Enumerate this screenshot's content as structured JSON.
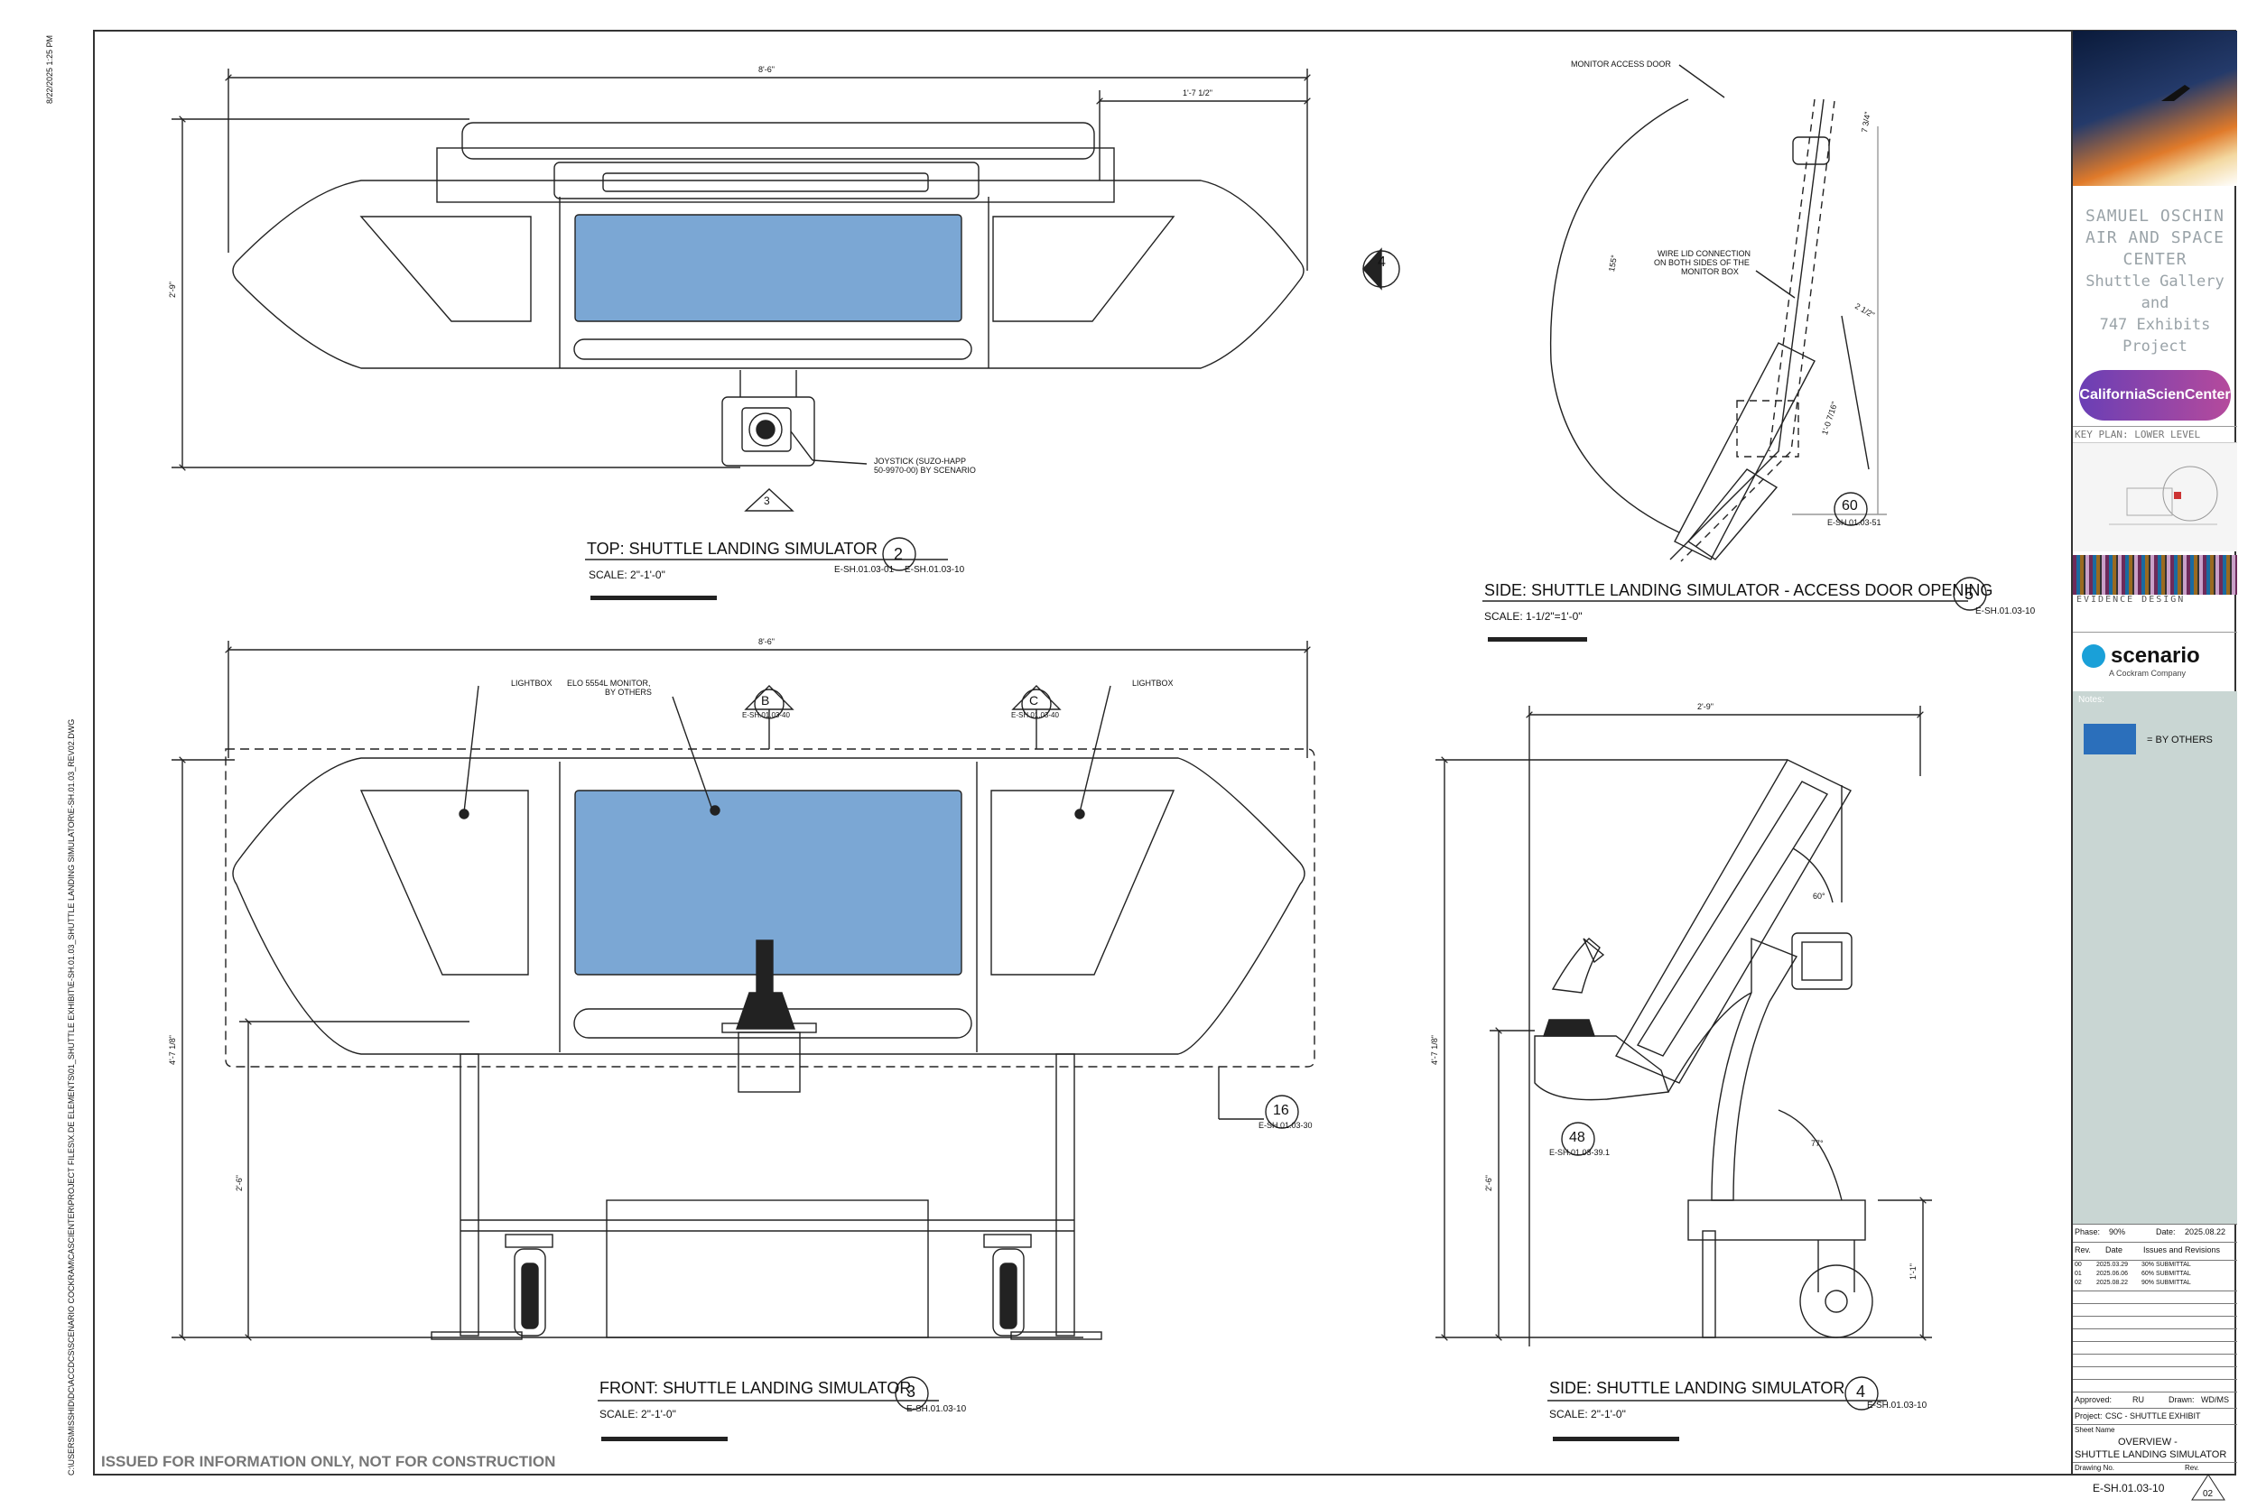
{
  "sheet": {
    "timestamp": "8/22/2025 1:25 PM",
    "file_path": "C:\\USERS\\MISSHID\\DC\\ACCDCS\\SCENARIO COCKRAM\\CASCIENTER\\PROJECT FILES\\X.DE ELEMENTS\\01_SHUTTLE EXHIBIT\\E-SH.01.03_SHUTTLE LANDING SIMULATOR\\E-SH.01.03_REV02.DWG",
    "disclaimer": "ISSUED FOR INFORMATION ONLY, NOT FOR CONSTRUCTION"
  },
  "views": {
    "top": {
      "title": "TOP: SHUTTLE LANDING SIMULATOR",
      "number": "2",
      "ref_a": "E-SH.01.03-01",
      "ref_b": "E-SH.01.03-10",
      "scale": "SCALE:  2\"-1'-0\"",
      "dim_width": "8'-6\"",
      "dim_offset": "1'-7 1/2\"",
      "dim_depth": "2'-9\"",
      "joystick_note_1": "JOYSTICK (SUZO-HAPP",
      "joystick_note_2": "50-9970-00) BY SCENARIO",
      "section_3": "3",
      "section_4": "4"
    },
    "side_door": {
      "title": "SIDE: SHUTTLE LANDING SIMULATOR - ACCESS DOOR OPENING",
      "number": "5",
      "ref": "E-SH.01.03-10",
      "scale": "SCALE:  1-1/2\"=1'-0\"",
      "monitor_access_door": "MONITOR ACCESS DOOR",
      "wire_lid_1": "WIRE LID CONNECTION",
      "wire_lid_2": "ON BOTH SIDES OF THE",
      "wire_lid_3": "MONITOR BOX",
      "angle": "155°",
      "dim_a": "7 3/4\"",
      "dim_b": "2 1/2\"",
      "dim_c": "1'-0 7/16\"",
      "detail_num": "60",
      "detail_ref": "E-SH.01.03-51"
    },
    "front": {
      "title": "FRONT: SHUTTLE LANDING SIMULATOR",
      "number": "3",
      "ref": "E-SH.01.03-10",
      "scale": "SCALE:  2\"-1'-0\"",
      "dim_width": "8'-6\"",
      "dim_height": "4'-7 1/8\"",
      "dim_leg": "2'-6\"",
      "lightbox_left": "LIGHTBOX",
      "lightbox_right": "LIGHTBOX",
      "monitor_1": "ELO 5554L MONITOR,",
      "monitor_2": "BY OTHERS",
      "sec_b": "B",
      "sec_b_ref": "E-SH.01.03-40",
      "sec_c": "C",
      "sec_c_ref": "E-SH.01.03-40",
      "detail_num": "16",
      "detail_ref": "E-SH.01.03-30"
    },
    "side": {
      "title": "SIDE: SHUTTLE LANDING SIMULATOR",
      "number": "4",
      "ref": "E-SH.01.03-10",
      "scale": "SCALE:  2\"-1'-0\"",
      "dim_depth": "2'-9\"",
      "dim_height": "4'-7 1/8\"",
      "dim_leg": "2'-6\"",
      "dim_wheel": "1'-1\"",
      "angle_a": "60°",
      "angle_b": "77°",
      "detail_num": "48",
      "detail_ref": "E-SH.01.03-39.1"
    }
  },
  "title_block": {
    "org_1": "SAMUEL OSCHIN",
    "org_2": "AIR AND SPACE",
    "org_3": "CENTER",
    "proj_1": "Shuttle Gallery",
    "proj_2": "and",
    "proj_3": "747 Exhibits",
    "proj_4": "Project",
    "csc_logo": "CaliforniaScienCenter",
    "key_plan": "KEY PLAN: LOWER LEVEL",
    "evidence": "EVIDENCE DESIGN",
    "scenario": "scenario",
    "scenario_sub": "A Cockram Company",
    "notes_label": "Notes:",
    "legend_text": "= BY OTHERS",
    "legend_color": "#2b6fbb",
    "phase_label": "Phase:",
    "phase_value": "90%",
    "date_label": "Date:",
    "date_value": "2025.08.22",
    "rev_header": "Rev.",
    "date_header": "Date",
    "issues_header": "Issues and Revisions",
    "revisions": [
      {
        "rev": "00",
        "date": "2025.03.29",
        "desc": "30% SUBMITTAL"
      },
      {
        "rev": "01",
        "date": "2025.06.06",
        "desc": "60% SUBMITTAL"
      },
      {
        "rev": "02",
        "date": "2025.08.22",
        "desc": "90% SUBMITTAL"
      }
    ],
    "approved_label": "Approved:",
    "approved_value": "RU",
    "drawn_label": "Drawn:",
    "drawn_value": "WD/MS",
    "project_label": "Project:",
    "project_value": "CSC - SHUTTLE EXHIBIT",
    "sheet_name_label": "Sheet Name",
    "sheet_name_1": "OVERVIEW -",
    "sheet_name_2": "SHUTTLE LANDING SIMULATOR",
    "drawing_no_label": "Drawing No.",
    "drawing_no": "E-SH.01.03-10",
    "rev_label": "Rev.",
    "rev_value": "02"
  },
  "colors": {
    "monitor_fill": "#7ba7d4",
    "line": "#222222",
    "notes_bg": "#c9d6d3"
  }
}
